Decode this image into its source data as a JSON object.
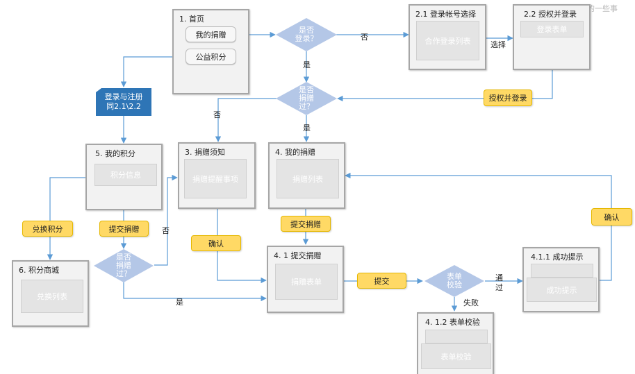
{
  "watermark": "互联网的一些事",
  "pages": {
    "home": {
      "title": "1. 首页",
      "buttons": [
        "我的捐赠",
        "公益积分"
      ]
    },
    "login_select": {
      "title": "2.1 登录帐号选择",
      "placeholder": "合作登录列表"
    },
    "auth_login": {
      "title": "2.2 授权并登录",
      "placeholder": "登录表单"
    },
    "my_points": {
      "title": "5. 我的积分",
      "placeholder": "积分信息"
    },
    "donation_notice": {
      "title": "3. 捐赠须知",
      "placeholder": "捐赠提醒事项"
    },
    "my_donations": {
      "title": "4. 我的捐赠",
      "placeholder": "捐赠列表"
    },
    "points_mall": {
      "title": "6. 积分商城",
      "placeholder": "兑换列表"
    },
    "submit_donation": {
      "title": "4. 1 提交捐赠",
      "placeholder": "捐赠表单"
    },
    "success": {
      "title": "4.1.1  成功提示",
      "placeholder": "成功提示"
    },
    "form_check": {
      "title": "4. 1.2  表单校验",
      "placeholder": "表单校验"
    }
  },
  "decisions": {
    "logged_in": [
      "是否",
      "登录？"
    ],
    "donated_top": [
      "是否",
      "捐赠",
      "过？"
    ],
    "donated_left": [
      "是否",
      "捐赠",
      "过？"
    ],
    "form_check": [
      "表单",
      "校验"
    ]
  },
  "note": [
    "登录与注册",
    "同2.1\\2.2"
  ],
  "actions": {
    "authorize_login": "授权并登录",
    "redeem_points": "兑换积分",
    "submit_donation": "提交捐赠",
    "confirm_left": "确认",
    "submit_donation_mid": "提交捐赠",
    "submit": "提交",
    "confirm_right": "确认"
  },
  "labels": {
    "no_login": "否",
    "select": "选择",
    "yes_login": "是",
    "no_donated": "否",
    "yes_donated": "是",
    "no_left": "否",
    "yes_left": "是",
    "pass_1": "通",
    "pass_2": "过",
    "fail": "失败"
  },
  "colors": {
    "diamond": "#b4c7e7",
    "note": "#2e75b6",
    "action": "#ffd965",
    "connector": "#5b9bd5",
    "page_border": "#a6a6a6"
  }
}
